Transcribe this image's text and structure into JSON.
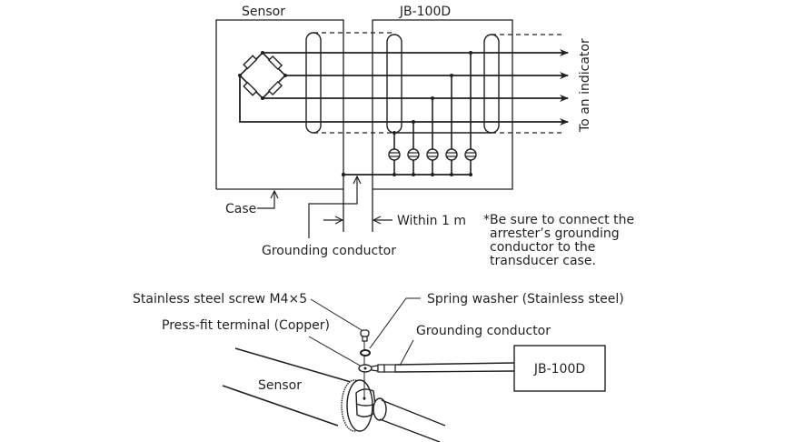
{
  "wiring_diagram": {
    "sensor_box_label": "Sensor",
    "junction_box_label": "JB-100D",
    "output_label": "To an indicator",
    "case_label": "Case",
    "grounding_label": "Grounding conductor",
    "distance_label": "Within 1 m",
    "note_lines": [
      "*Be sure to connect the",
      "arrester’s grounding",
      "conductor to the",
      "transducer case."
    ],
    "signal_line_count": 4,
    "arrester_count": 5
  },
  "mounting_diagram": {
    "screw_label": "Stainless steel screw M4×5",
    "washer_label": "Spring washer (Stainless steel)",
    "terminal_label": "Press-fit terminal (Copper)",
    "grounding_label": "Grounding conductor",
    "sensor_label": "Sensor",
    "junction_box_label": "JB-100D"
  },
  "colors": {
    "ink": "#231f20",
    "background": "#ffffff"
  }
}
